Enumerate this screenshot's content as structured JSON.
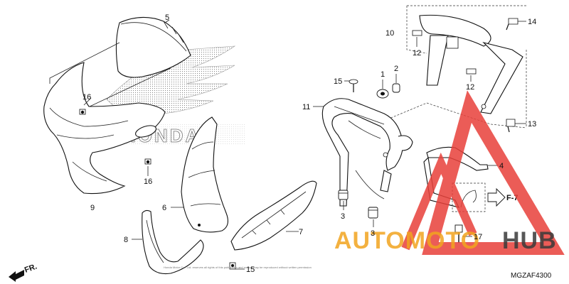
{
  "callouts": [
    {
      "id": "1",
      "label": "1"
    },
    {
      "id": "2",
      "label": "2"
    },
    {
      "id": "3a",
      "label": "3"
    },
    {
      "id": "3b",
      "label": "3"
    },
    {
      "id": "4",
      "label": "4"
    },
    {
      "id": "5",
      "label": "5"
    },
    {
      "id": "6",
      "label": "6"
    },
    {
      "id": "7",
      "label": "7"
    },
    {
      "id": "8",
      "label": "8"
    },
    {
      "id": "9",
      "label": "9"
    },
    {
      "id": "10",
      "label": "10"
    },
    {
      "id": "11",
      "label": "11"
    },
    {
      "id": "12a",
      "label": "12"
    },
    {
      "id": "12b",
      "label": "12"
    },
    {
      "id": "13",
      "label": "13"
    },
    {
      "id": "14",
      "label": "14"
    },
    {
      "id": "15a",
      "label": "15"
    },
    {
      "id": "15b",
      "label": "15"
    },
    {
      "id": "16a",
      "label": "16"
    },
    {
      "id": "16b",
      "label": "16"
    },
    {
      "id": "17",
      "label": "17"
    }
  ],
  "reference": "F-7",
  "direction": "FR.",
  "brand_emblem": "HONDA",
  "watermark": {
    "brand_part1": "AUTOMOTO",
    "brand_part2": "HUB",
    "color_primary": "#f2a41f",
    "color_secondary": "#3a3a3a",
    "color_triangle": "#e8403a"
  },
  "diagram_code": "MGZAF4300",
  "copyright": "Honda Motor Co., Ltd. reserves all rights of this publication and no part may be reproduced without written permission"
}
